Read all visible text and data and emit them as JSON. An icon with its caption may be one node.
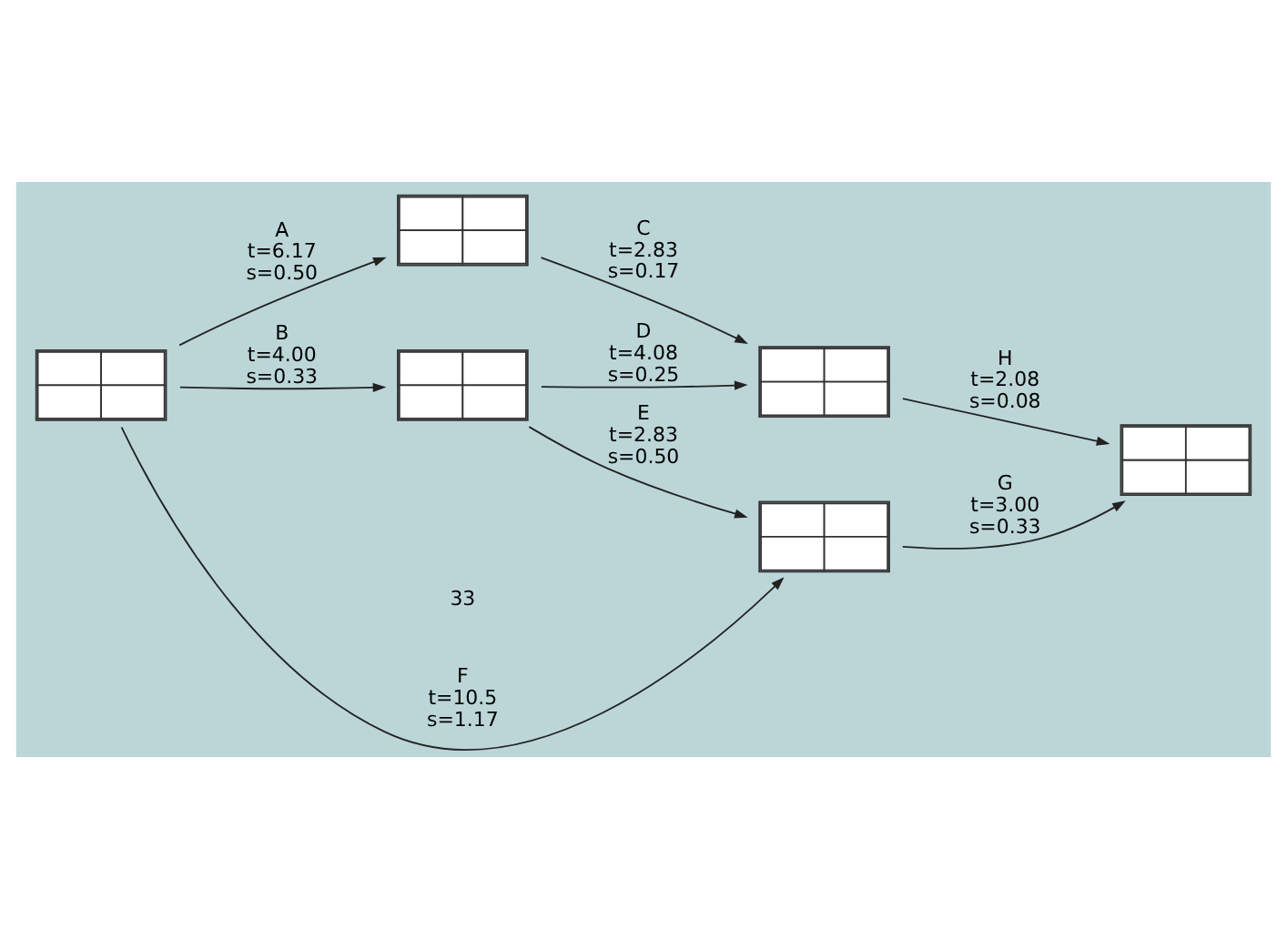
{
  "diagram": {
    "nodes": [
      {
        "text": [],
        "shape": "box"
      },
      {
        "text": [],
        "shape": "box"
      },
      {
        "text": [],
        "shape": "box"
      },
      {
        "text": [],
        "shape": "box"
      },
      {
        "text": [],
        "shape": "box"
      },
      {
        "text": [],
        "shape": "box"
      }
    ],
    "edges": [
      {
        "from": 1,
        "to": 0,
        "arrow": "to",
        "label": "A t=6.17 s=0.50"
      },
      {
        "from": 1,
        "to": 2,
        "arrow": "to",
        "label": "B t=4.00 s=0.33"
      },
      {
        "from": 0,
        "to": 3,
        "arrow": "to",
        "label": "C t=2.83 s=0.17"
      },
      {
        "from": 2,
        "to": 3,
        "arrow": "to",
        "label": "D t=4.08 s=0.25"
      },
      {
        "from": 3,
        "to": 4,
        "arrow": "to",
        "label": "H t=2.08 s=0.08"
      },
      {
        "from": 2,
        "to": 5,
        "arrow": "to",
        "label": "E t=2.83 s=0.50"
      },
      {
        "from": 5,
        "to": 4,
        "arrow": "to",
        "label": "G t=3.00 s=0.33"
      },
      {
        "from": 1,
        "to": 5,
        "arrow": "to",
        "label": "F t=10.5 s=1.17"
      }
    ],
    "labels": [
      "33"
    ]
  }
}
